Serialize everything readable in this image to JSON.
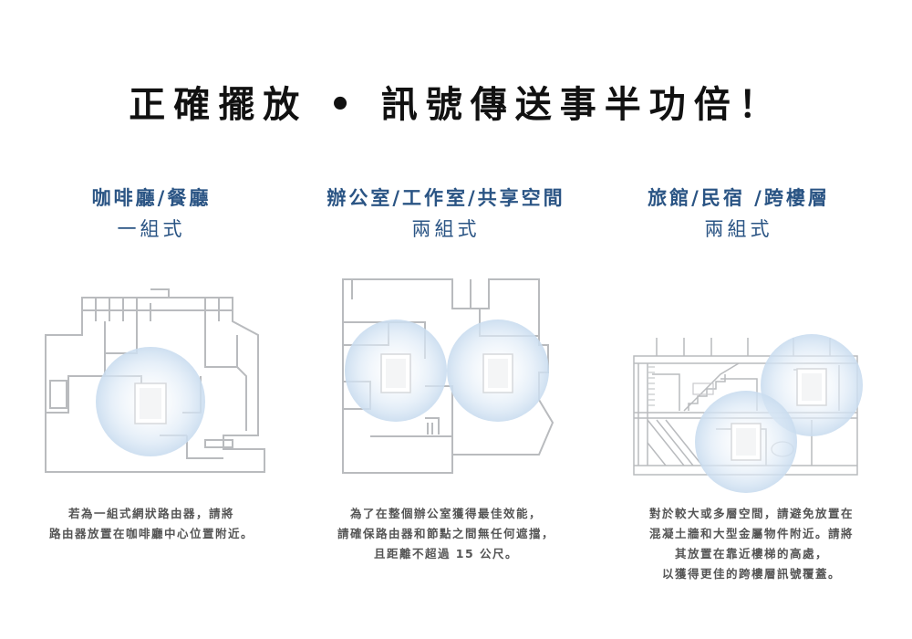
{
  "title": "正確擺放 • 訊號傳送事半功倍！",
  "columns": [
    {
      "heading": "咖啡廳/餐廳",
      "sub": "一組式",
      "caption": [
        "若為一組式網狀路由器，請將",
        "路由器放置在咖啡廳中心位置附近。"
      ]
    },
    {
      "heading": "辦公室/工作室/共享空間",
      "sub": "兩組式",
      "caption": [
        "為了在整個辦公室獲得最佳效能，",
        "請確保路由器和節點之間無任何遮擋，",
        "且距離不超過 15 公尺。"
      ]
    },
    {
      "heading": "旅館/民宿 /跨樓層",
      "sub": "兩組式",
      "caption": [
        "對於較大或多層空間，請避免放置在",
        "混凝土牆和大型金屬物件附近。請將",
        "其放置在靠近樓梯的高處，",
        "以獲得更佳的跨樓層訊號覆蓋。"
      ]
    }
  ],
  "colors": {
    "heading": "#2a5484",
    "wall": "#b9bbbe",
    "signal": "#dce9f6"
  }
}
